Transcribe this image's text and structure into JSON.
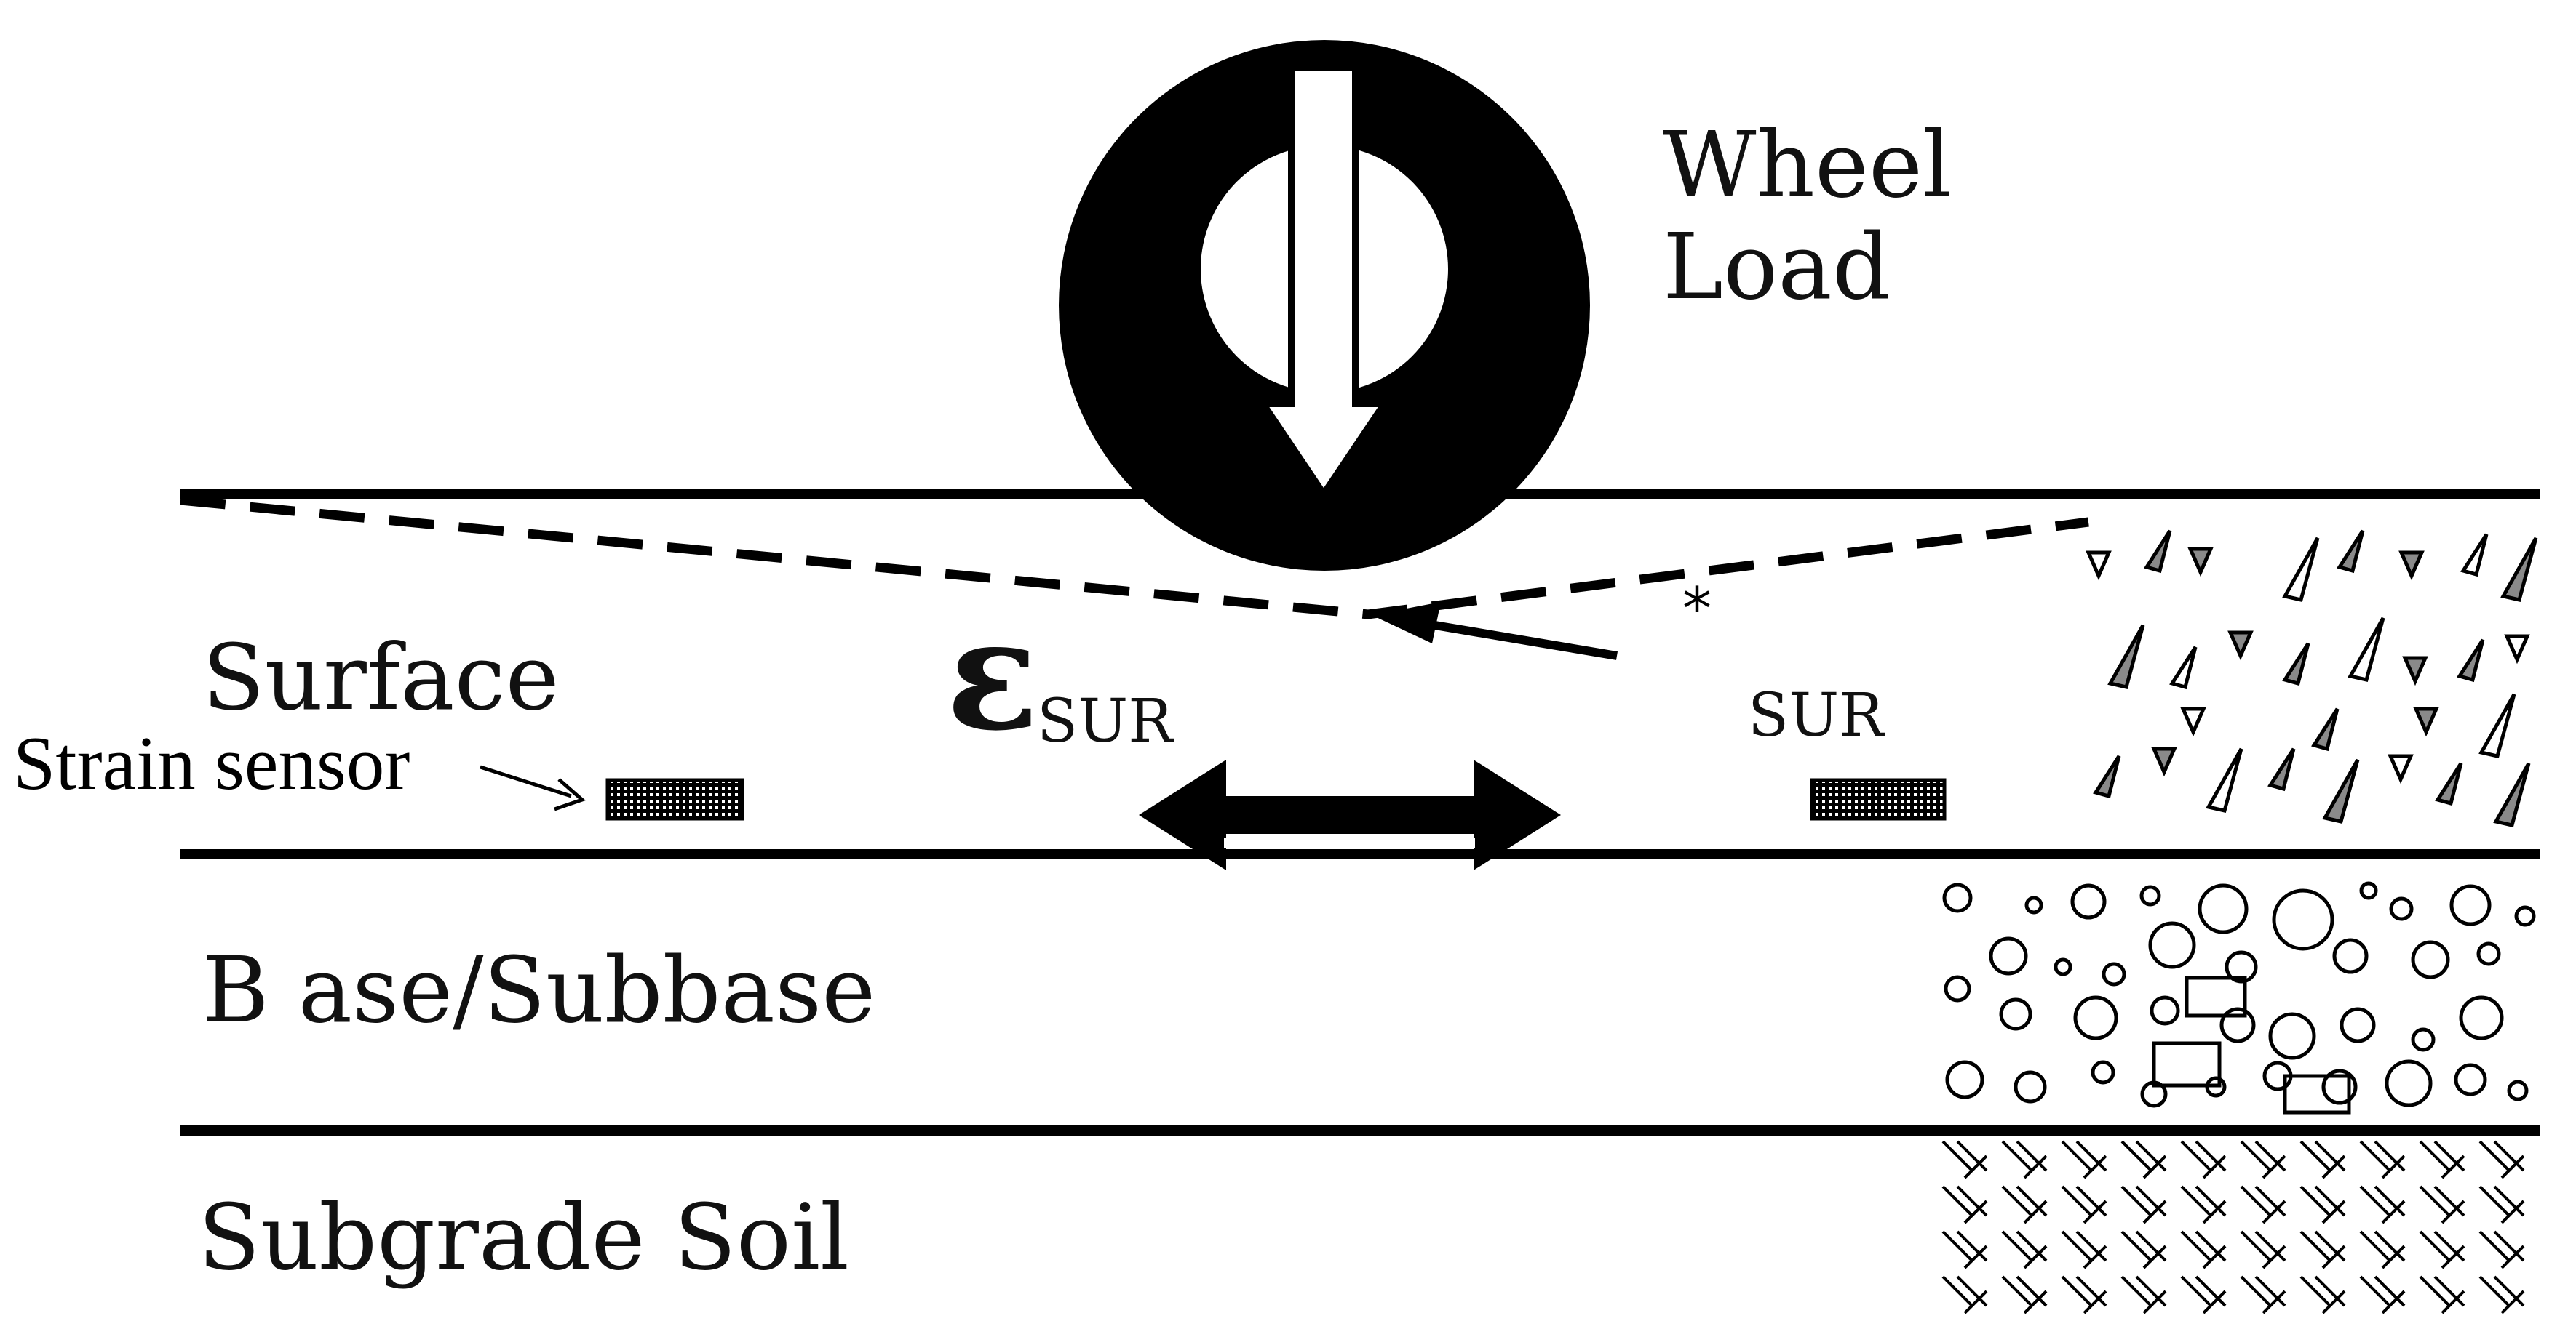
{
  "labels": {
    "wheel_line1": "Wheel",
    "wheel_line2": "Load",
    "surface": "Surface",
    "base": "B ase/Subbase",
    "subgrade": "Subgrade Soil",
    "strain_sensor": "Strain sensor",
    "epsilon_symbol": "ε",
    "epsilon_subscript": "SUR",
    "right_sur": "SUR"
  },
  "colors": {
    "ink": "#000000",
    "background": "#ffffff",
    "aggregate_fill": "#8a8a8a"
  }
}
